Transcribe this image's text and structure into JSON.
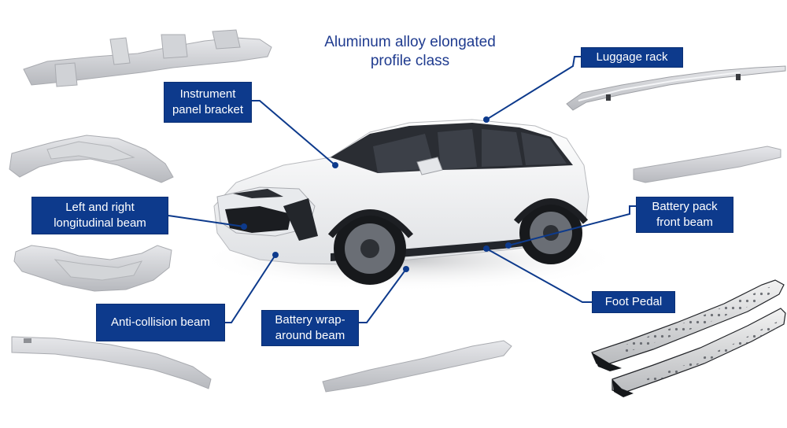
{
  "title": "Aluminum alloy elongated profile class",
  "labels": {
    "instrument_panel_bracket": "Instrument panel bracket",
    "luggage_rack": "Luggage rack",
    "left_right_longitudinal_beam": "Left and right longitudinal beam",
    "battery_pack_front_beam": "Battery pack front beam",
    "anti_collision_beam": "Anti-collision beam",
    "battery_wraparound_beam": "Battery wrap-around beam",
    "foot_pedal": "Foot Pedal"
  },
  "colors": {
    "label_bg": "#0d3a8c",
    "title_text": "#1f3b8f",
    "leader_line": "#0d3a8c",
    "part_gray": "#c9cbcf"
  }
}
